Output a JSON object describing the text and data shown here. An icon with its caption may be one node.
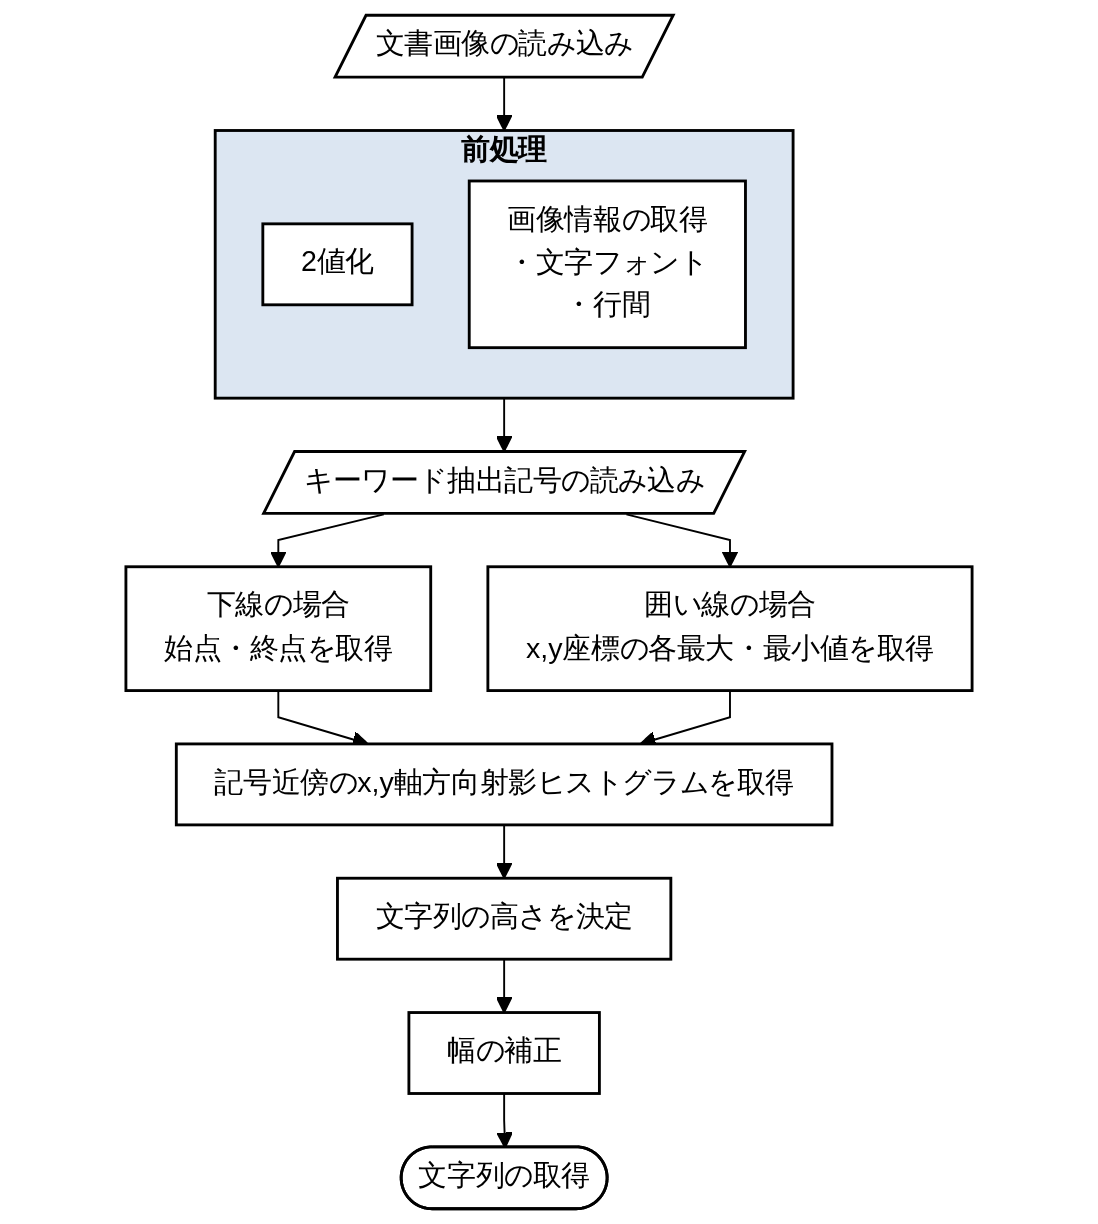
{
  "diagram": {
    "nodes": [
      {
        "text": [
          "文書画像の読み込み"
        ]
      },
      {
        "text": [
          "前処理"
        ]
      },
      {
        "text": [
          "2値化"
        ],
        "in": 1
      },
      {
        "text": [
          "画像情報の取得",
          "・文字フォント",
          "・行間"
        ],
        "in": 1
      },
      {
        "text": [
          "キーワード抽出記号の読み込み"
        ]
      },
      {
        "text": [
          "下線の場合",
          "始点・終点を取得"
        ]
      },
      {
        "text": [
          "囲い線の場合",
          "x,y座標の各最大・最小値を取得"
        ]
      },
      {
        "text": [
          "記号近傍のx,y軸方向射影ヒストグラムを取得"
        ]
      },
      {
        "text": [
          "文字列の高さを決定"
        ]
      },
      {
        "text": [
          "幅の補正"
        ]
      },
      {
        "text": [
          "文字列の取得"
        ]
      }
    ],
    "edges": [
      {
        "from": 0,
        "to": 1,
        "arrow": "to"
      },
      {
        "from": 1,
        "to": 4,
        "arrow": "to"
      },
      {
        "from": 4,
        "to": 5,
        "arrow": "to"
      },
      {
        "from": 4,
        "to": 6,
        "arrow": "to"
      },
      {
        "from": 5,
        "to": 7,
        "arrow": "to"
      },
      {
        "from": 6,
        "to": 7,
        "arrow": "to"
      },
      {
        "from": 7,
        "to": 8,
        "arrow": "to"
      },
      {
        "from": 8,
        "to": 9,
        "arrow": "to"
      },
      {
        "from": 9,
        "to": 10,
        "arrow": "to"
      }
    ]
  }
}
